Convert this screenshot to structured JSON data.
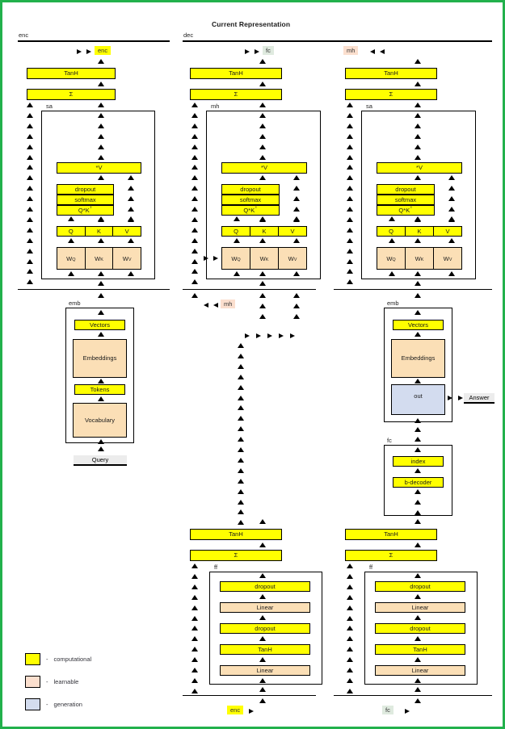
{
  "page": {
    "title": "Current Representation",
    "border_color": "#22b14c"
  },
  "sections": [
    {
      "id": "enc",
      "label": "enc"
    },
    {
      "id": "dec",
      "label": "dec"
    }
  ],
  "legend": {
    "items": [
      {
        "swatch": "#ffff00",
        "dash": "-",
        "label": "computational"
      },
      {
        "swatch": "#fbdfb6",
        "dash": "-",
        "label": "learnable"
      },
      {
        "swatch": "#d3dcef",
        "dash": "-",
        "label": "generation"
      }
    ]
  },
  "tags": {
    "top_enc": "enc",
    "top_fc": "fc",
    "top_mh": "mh",
    "mid_mh": "mh",
    "bottom_enc": "enc",
    "bottom_fc": "fc"
  },
  "io": {
    "query": "Query",
    "answer": "Answer"
  },
  "group_labels": {
    "sa_left": "sa",
    "mh_mid": "mh",
    "sa_right": "sa",
    "emb_left": "emb",
    "emb_right": "emb",
    "fc_right": "fc",
    "ff_mid": "ff",
    "ff_right": "ff"
  },
  "blocks": {
    "tanh": "TanH",
    "sum": "Σ",
    "mulv": "*V",
    "dropout": "dropout",
    "softmax": "softmax",
    "linear": "Linear",
    "vectors": "Vectors",
    "embeddings": "Embeddings",
    "tokens": "Tokens",
    "vocabulary": "Vocabulary",
    "out": "out",
    "index": "index",
    "bdecoder": "b-decoder"
  },
  "attention": {
    "qkt": {
      "q": "Q",
      "star": "*",
      "k": "K",
      "t": "T"
    },
    "qkv": [
      "Q",
      "K",
      "V"
    ],
    "weights": [
      {
        "base": "W",
        "sub": "Q"
      },
      {
        "base": "W",
        "sub": "K"
      },
      {
        "base": "W",
        "sub": "V"
      }
    ]
  },
  "columns": [
    {
      "id": "enc-self-attn",
      "kind": "encoder-self-attention"
    },
    {
      "id": "dec-masked-attn",
      "kind": "decoder-cross-attention"
    },
    {
      "id": "dec-self-attn",
      "kind": "decoder-self-attention"
    }
  ]
}
